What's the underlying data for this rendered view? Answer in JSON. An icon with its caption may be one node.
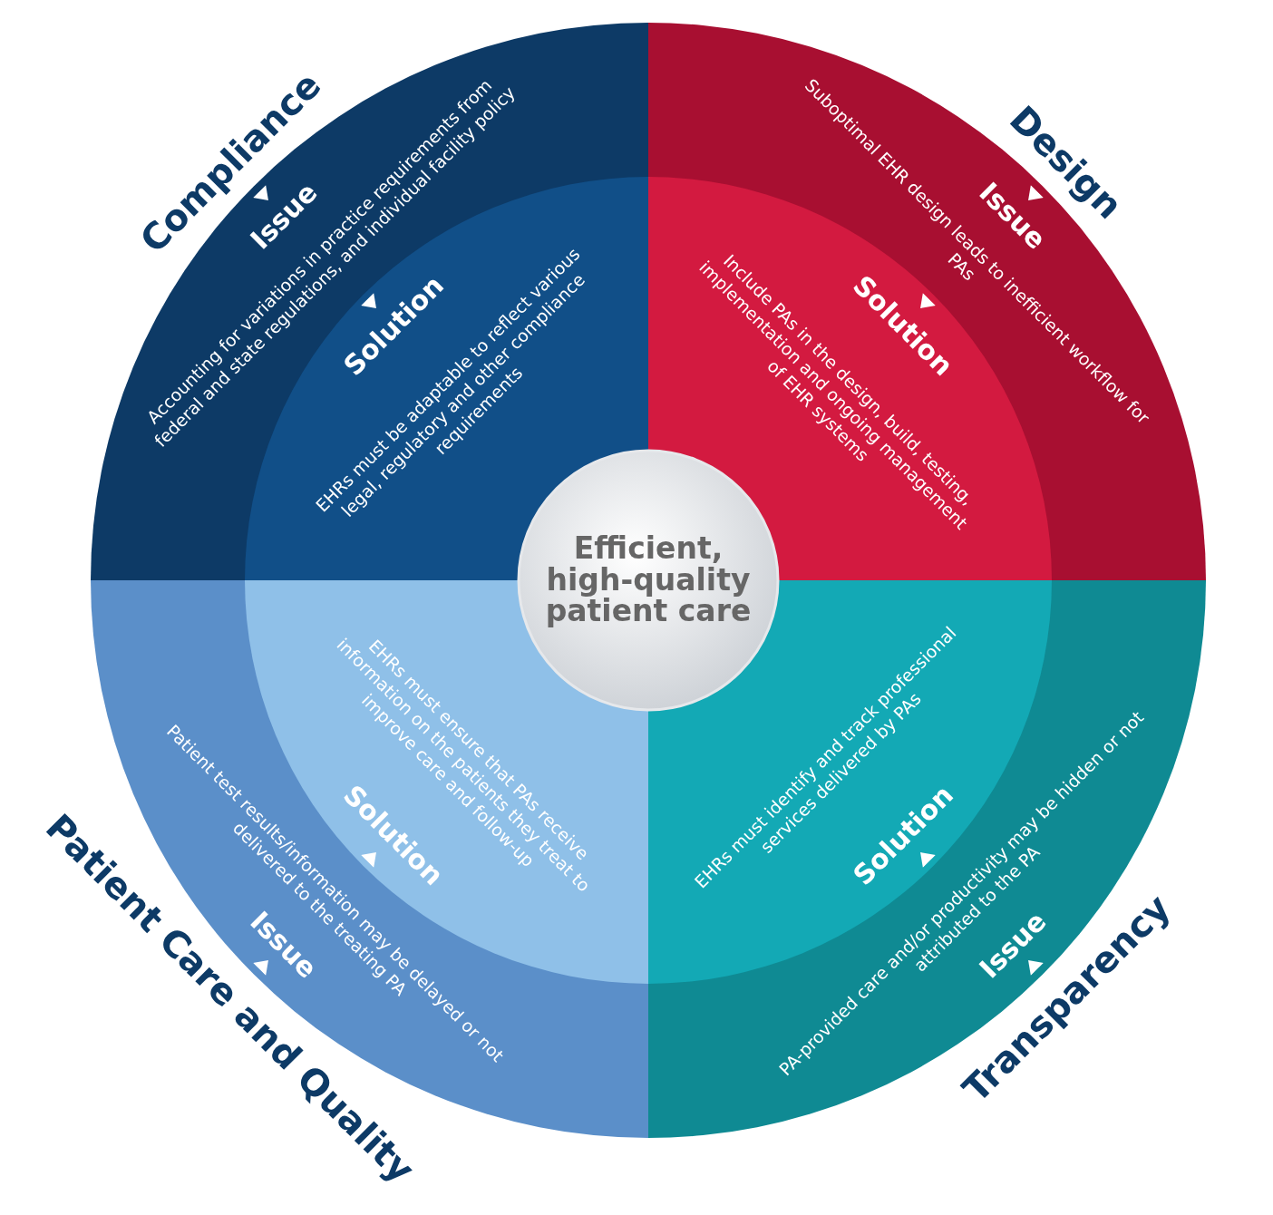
{
  "diagram": {
    "nodes": [
      {
        "text": [
          "Compliance",
          "Issue",
          "Accounting for variations in practice requirements from federal and state regulations, and individual facility policy"
        ]
      },
      {
        "text": [
          "Solution",
          "EHRs must be adaptable to reflect various legal, regulatory and other compliance requirements"
        ],
        "in": 0
      },
      {
        "text": [
          "Design",
          "Issue",
          "Suboptimal EHR design leads to inefficient workflow for PAs"
        ]
      },
      {
        "text": [
          "Solution",
          "Include PAs in the design, build, testing, implementation and ongoing management of EHR systems"
        ],
        "in": 2
      },
      {
        "text": [
          "Efficient, high-quality patient care"
        ]
      },
      {
        "text": [
          "Patient Care and Quality",
          "Issue",
          "Patient test results/information may be delayed or not delivered to the treating PA"
        ]
      },
      {
        "text": [
          "Solution",
          "EHRs must ensure that PAs receive information on the patients they treat to improve care and follow-up"
        ],
        "in": 5
      },
      {
        "text": [
          "Transparency",
          "Issue",
          "PA-provided care and/or productivity may be hidden or not attributed to the PA"
        ]
      },
      {
        "text": [
          "Solution",
          "EHRs must identify and track professional services delivered by PAs"
        ],
        "in": 7
      }
    ]
  }
}
